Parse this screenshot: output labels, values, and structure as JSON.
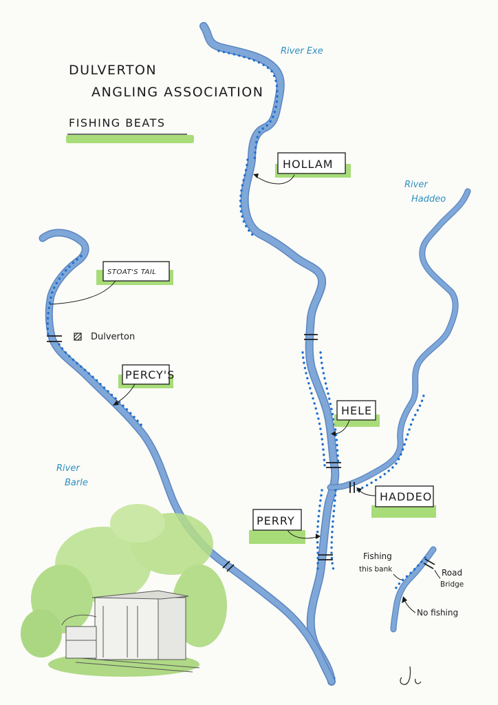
{
  "title": {
    "line1": "DULVERTON",
    "line2": "ANGLING ASSOCIATION",
    "subtitle": "FISHING BEATS"
  },
  "rivers": {
    "exe": "River Exe",
    "haddeo_line1": "River",
    "haddeo_line2": "Haddeo",
    "barle_line1": "River",
    "barle_line2": "Barle"
  },
  "beats": {
    "hollam": "HOLLAM",
    "stoats_tail": "STOAT'S TAIL",
    "percys": "PERCY'S",
    "hele": "HELE",
    "haddeo": "HADDEO",
    "perry": "PERRY"
  },
  "town": "Dulverton",
  "key": {
    "fishing_line1": "Fishing",
    "fishing_line2": "this bank",
    "road_line1": "Road",
    "road_line2": "Bridge",
    "no_fishing": "No fishing"
  },
  "signature": "Jc",
  "colors": {
    "water": "#7fa7d8",
    "fishing_dots": "#1c6fcf",
    "highlight_green": "#9fd86a",
    "river_label": "#2f8fc0"
  }
}
